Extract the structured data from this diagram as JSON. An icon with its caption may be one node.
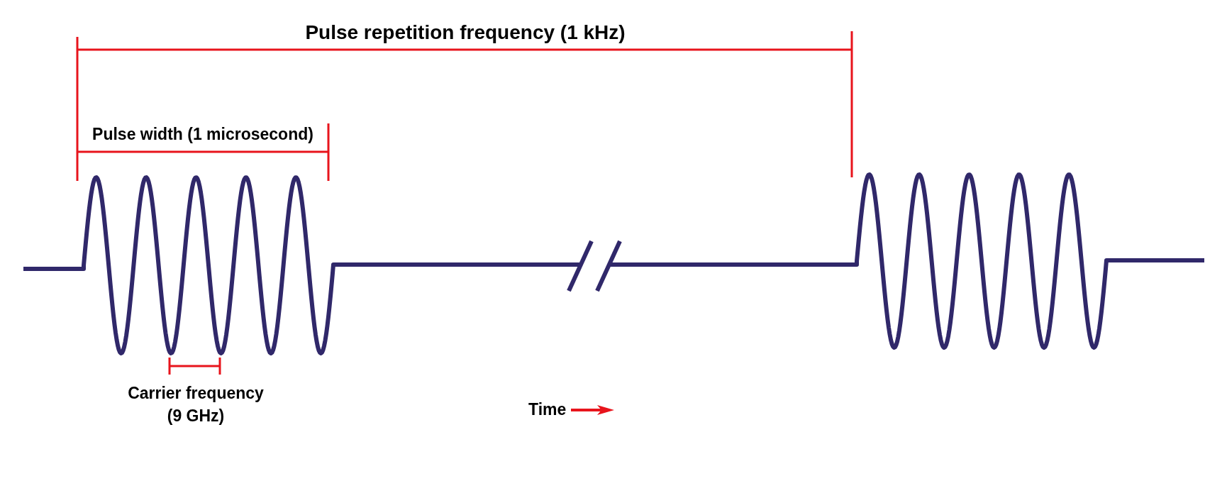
{
  "diagram": {
    "labels": [
      "Pulse repetition frequency (1 kHz)",
      "Pulse width (1 microsecond)",
      "Carrier frequency (9 GHz)",
      "Time"
    ]
  }
}
